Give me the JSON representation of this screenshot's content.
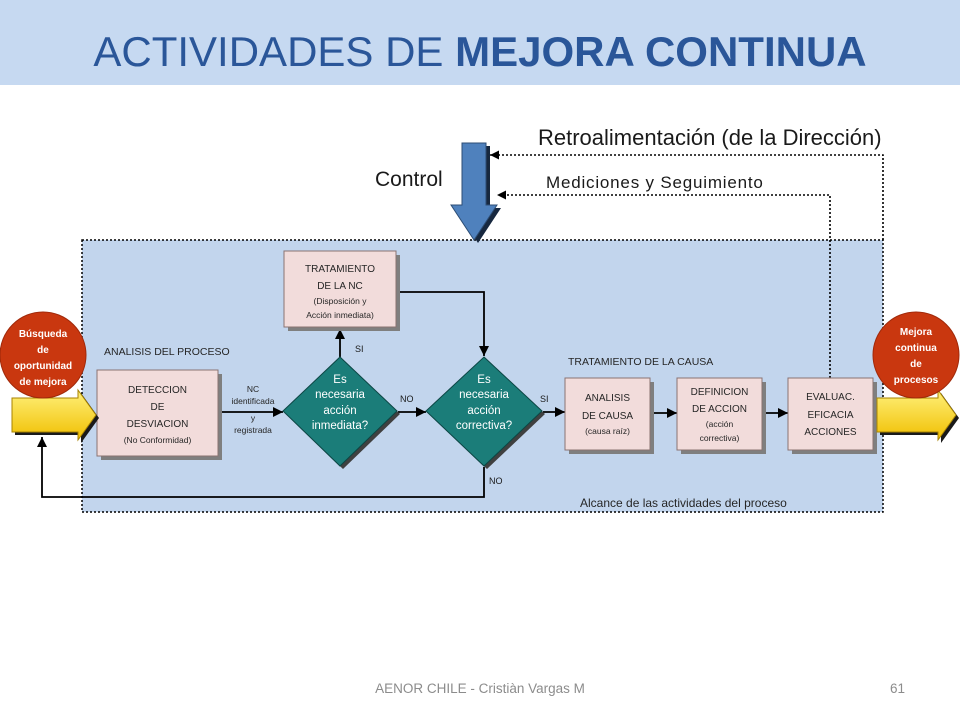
{
  "slide": {
    "title_normal": "ACTIVIDADES DE",
    "title_bold": "MEJORA CONTINUA",
    "footer": "AENOR CHILE - Cristiàn Vargas M",
    "page_number": "61"
  },
  "control": {
    "feedback_label": "Retroalimentación (de la Dirección)",
    "control_label": "Control",
    "measurement_label": "Mediciones y Seguimiento"
  },
  "process": {
    "analysis_section_label": "ANALISIS DEL PROCESO",
    "cause_section_label": "TRATAMIENTO DE LA CAUSA",
    "scope_label": "Alcance de las actividades del proceso",
    "nc_note": [
      "NC",
      "identificada",
      "y",
      "registrada"
    ],
    "branch_labels": {
      "immediate_yes": "SI",
      "immediate_no": "NO",
      "corrective_yes": "SI",
      "corrective_no": "NO"
    }
  },
  "nodes": {
    "detection": [
      "DETECCION",
      "DE",
      "DESVIACION",
      "(No Conformidad)"
    ],
    "nc_treatment": [
      "TRATAMIENTO",
      "DE LA NC",
      "(Disposición y",
      "Acción inmediata)"
    ],
    "immediate_decision": [
      "Es",
      "necesaria",
      "acción",
      "inmediata?"
    ],
    "corrective_decision": [
      "Es",
      "necesaria",
      "acción",
      "correctiva?"
    ],
    "cause_analysis": [
      "ANALISIS",
      "DE CAUSA",
      "(causa raíz)"
    ],
    "action_definition": [
      "DEFINICION",
      "DE ACCION",
      "(acción",
      "correctiva)"
    ],
    "effectiveness_evaluation": [
      "EVALUAC.",
      "EFICACIA",
      "ACCIONES"
    ]
  },
  "input": {
    "label": [
      "Búsqueda",
      "de",
      "oportunidad",
      "de mejora"
    ]
  },
  "output": {
    "label": [
      "Mejora",
      "continua",
      "de",
      "procesos"
    ]
  },
  "colors": {
    "title_band": "#c6d9f1",
    "title_text": "#2a5699",
    "process_area": "#c2d5ed",
    "step_box": "#f2dcdb",
    "decision": "#1b7d79",
    "control_arrow": "#4f81bd",
    "circle": "#c9370f",
    "yellow_light": "#fff07a",
    "yellow_dark": "#f0bf00"
  }
}
